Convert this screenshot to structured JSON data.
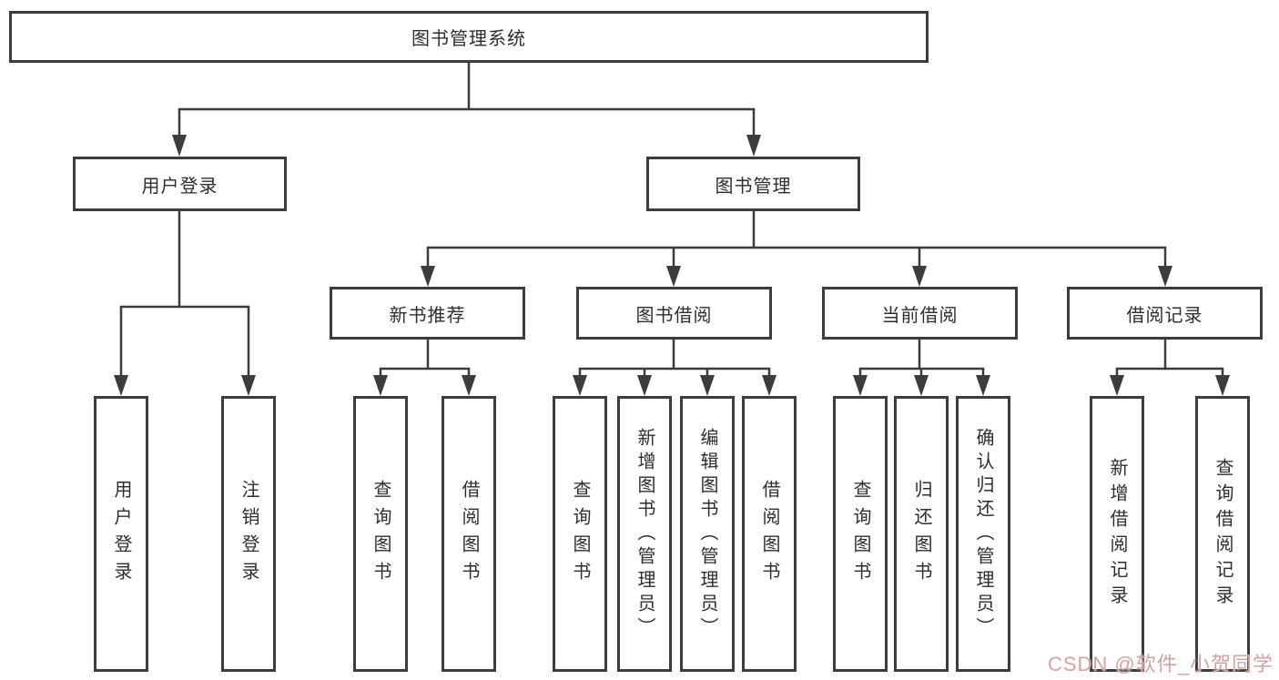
{
  "tree": {
    "root": {
      "label": "图书管理系统",
      "children": [
        {
          "label": "用户登录",
          "children": [
            {
              "label": "用户登录"
            },
            {
              "label": "注销登录"
            }
          ]
        },
        {
          "label": "图书管理",
          "children": [
            {
              "label": "新书推荐",
              "children": [
                {
                  "label": "查询图书"
                },
                {
                  "label": "借阅图书"
                }
              ]
            },
            {
              "label": "图书借阅",
              "children": [
                {
                  "label": "查询图书"
                },
                {
                  "label": "新增图书（管理员）"
                },
                {
                  "label": "编辑图书（管理员）"
                },
                {
                  "label": "借阅图书"
                }
              ]
            },
            {
              "label": "当前借阅",
              "children": [
                {
                  "label": "查询图书"
                },
                {
                  "label": "归还图书"
                },
                {
                  "label": "确认归还（管理员）"
                }
              ]
            },
            {
              "label": "借阅记录",
              "children": [
                {
                  "label": "新增借阅记录"
                },
                {
                  "label": "查询借阅记录"
                }
              ]
            }
          ]
        }
      ]
    }
  },
  "watermark": {
    "text": "CSDN @软件_小贺同学",
    "color": "#d5a2a2"
  },
  "colors": {
    "line": "#3c3c3c",
    "background": "#ffffff"
  }
}
